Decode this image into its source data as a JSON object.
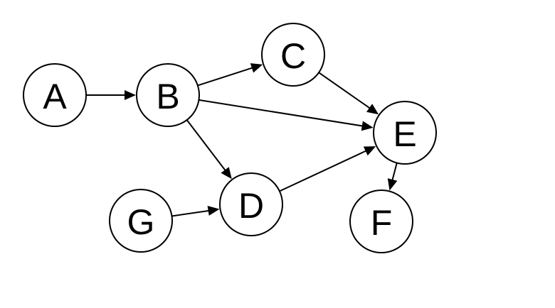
{
  "diagram": {
    "type": "directed-graph",
    "nodes": [
      {
        "id": "A",
        "label": "A"
      },
      {
        "id": "B",
        "label": "B"
      },
      {
        "id": "C",
        "label": "C"
      },
      {
        "id": "D",
        "label": "D"
      },
      {
        "id": "E",
        "label": "E"
      },
      {
        "id": "F",
        "label": "F"
      },
      {
        "id": "G",
        "label": "G"
      }
    ],
    "edges": [
      {
        "from": "A",
        "to": "B"
      },
      {
        "from": "B",
        "to": "C"
      },
      {
        "from": "B",
        "to": "E"
      },
      {
        "from": "B",
        "to": "D"
      },
      {
        "from": "C",
        "to": "E"
      },
      {
        "from": "G",
        "to": "D"
      },
      {
        "from": "D",
        "to": "E"
      },
      {
        "from": "E",
        "to": "F"
      }
    ]
  },
  "colors": {
    "node_fill": "#ffffff",
    "stroke": "#000000",
    "background": "#ffffff"
  }
}
